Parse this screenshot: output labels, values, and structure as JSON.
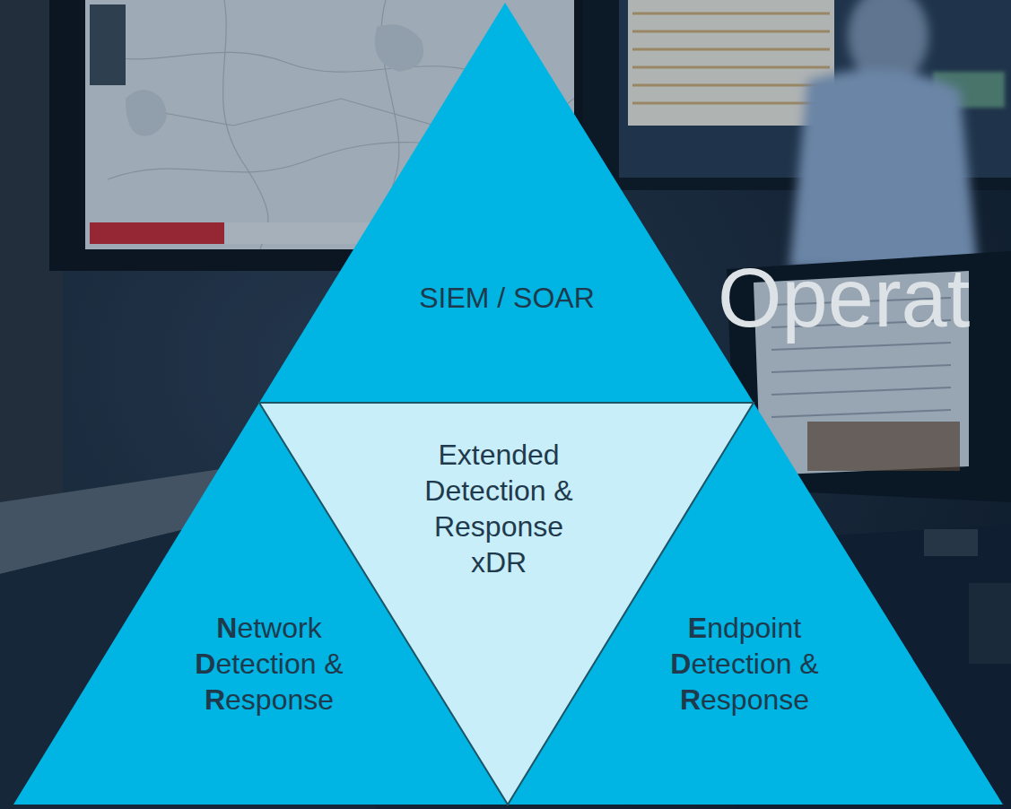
{
  "diagram": {
    "nodes": [
      {
        "text": [
          "SIEM / SOAR"
        ]
      },
      {
        "text": [
          "Network Detection & Response"
        ]
      },
      {
        "text": [
          "Extended Detection & Response xDR"
        ]
      },
      {
        "text": [
          "Endpoint Detection & Response"
        ]
      }
    ],
    "labels": [
      "Operat"
    ]
  }
}
